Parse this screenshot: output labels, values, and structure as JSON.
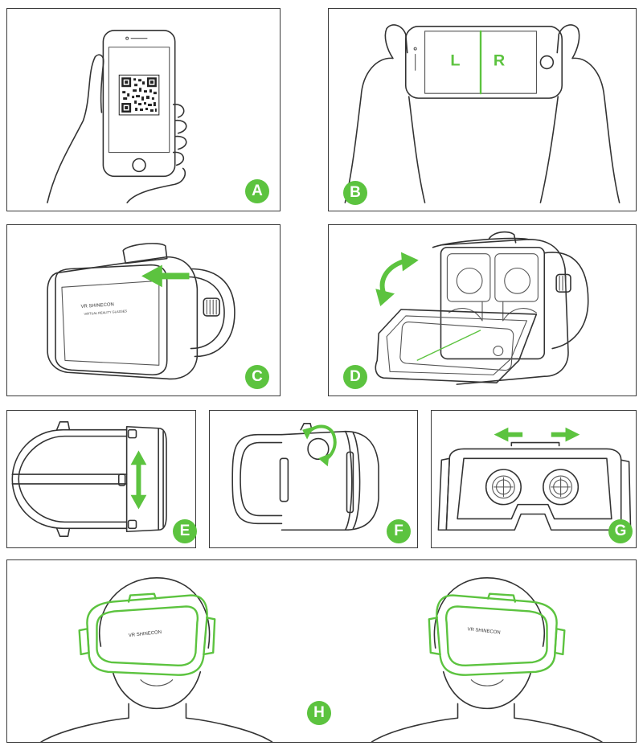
{
  "steps": [
    {
      "label": "A"
    },
    {
      "label": "B"
    },
    {
      "label": "C"
    },
    {
      "label": "D"
    },
    {
      "label": "E"
    },
    {
      "label": "F"
    },
    {
      "label": "G"
    },
    {
      "label": "H"
    }
  ],
  "phone_screen": {
    "left": "L",
    "right": "R"
  },
  "brand_text": "VR SHINECON",
  "brand_subtext": "VIRTUAL REALITY GLASSES",
  "accent_color": "#5cc33f"
}
